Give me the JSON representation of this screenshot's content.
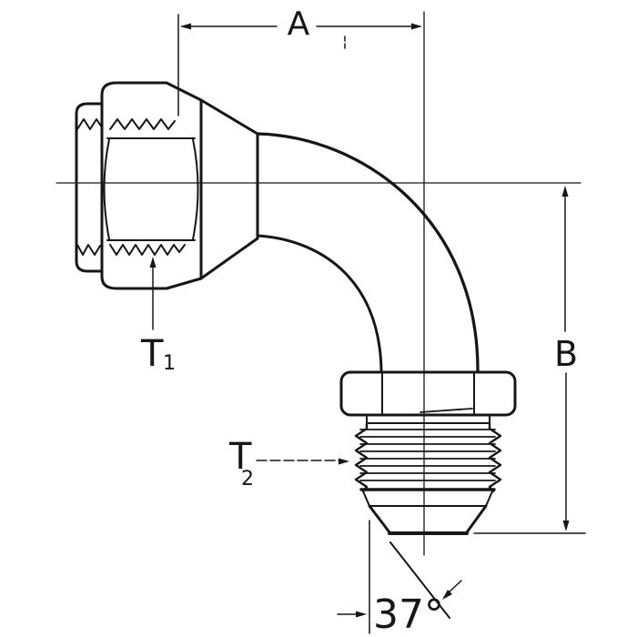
{
  "labels": {
    "dim_a": "A",
    "dim_b": "B",
    "t1": {
      "main": "T",
      "sub": "1"
    },
    "t2": {
      "main": "T",
      "sub": "2"
    },
    "flare_angle": "37°"
  },
  "colors": {
    "ink": "#161616",
    "paper": "#ffffff"
  }
}
